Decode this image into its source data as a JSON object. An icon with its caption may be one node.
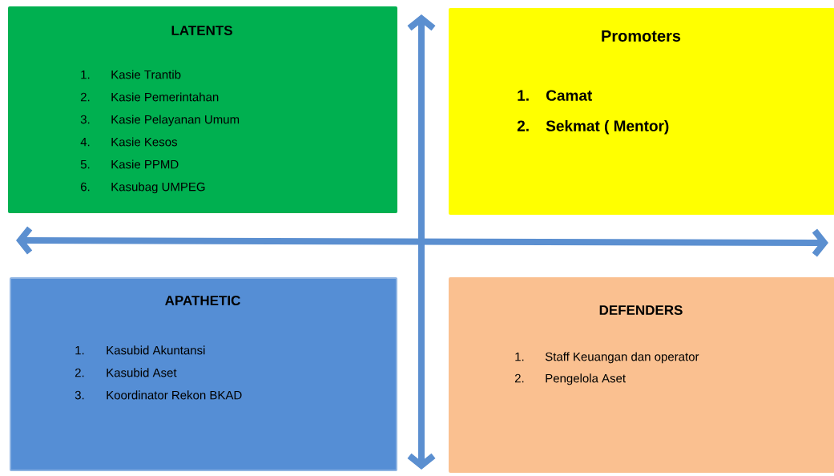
{
  "diagram": {
    "nodes": [
      {
        "text": [
          "LATENTS",
          "1.",
          "Kasie Trantib",
          "2.",
          "Kasie Pemerintahan",
          "3.",
          "Kasie Pelayanan Umum",
          "4.",
          "Kasie Kesos",
          "5.",
          "Kasie PPMD",
          "6.",
          "Kasubag UMPEG"
        ]
      },
      {
        "text": [
          "Promoters",
          "1.",
          "Camat",
          "2.",
          "Sekmat ( Mentor)"
        ]
      },
      {
        "text": [
          "APATHETIC",
          "1.",
          "Kasubid Akuntansi",
          "2.",
          "Kasubid Aset",
          "3.",
          "Koordinator Rekon BKAD"
        ]
      },
      {
        "text": [
          "DEFENDERS",
          "1.",
          "Staff Keuangan dan operator",
          "2.",
          "Pengelola Aset"
        ]
      }
    ]
  }
}
